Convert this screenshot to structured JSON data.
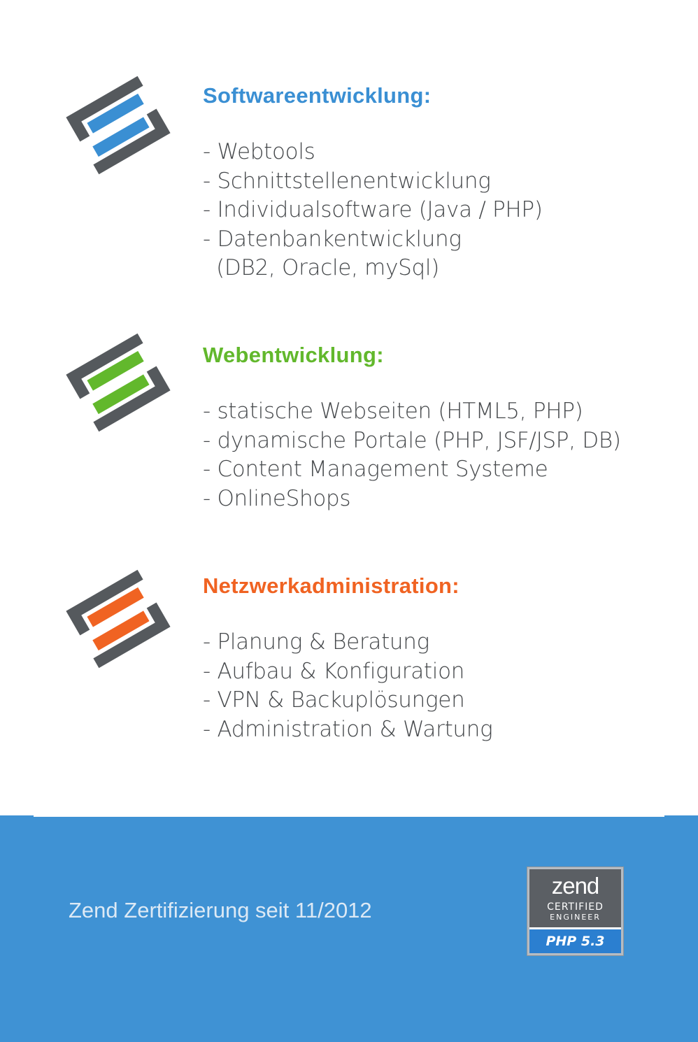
{
  "colors": {
    "blue": "#3a8fd3",
    "green": "#62b82c",
    "orange": "#f06322",
    "dark": "#55595d",
    "footer": "#3f92d4"
  },
  "sections": [
    {
      "icon": "brand-logo-icon-blue",
      "heading": "Softwareentwicklung:",
      "items": [
        "- Webtools",
        "- Schnittstellenentwicklung",
        "- Individualsoftware (Java / PHP)",
        "- Datenbankentwicklung",
        "  (DB2, Oracle, mySql)"
      ]
    },
    {
      "icon": "brand-logo-icon-green",
      "heading": "Webentwicklung:",
      "items": [
        "- statische Webseiten (HTML5, PHP)",
        "- dynamische Portale (PHP, JSF/JSP, DB)",
        "- Content Management Systeme",
        "- OnlineShops"
      ]
    },
    {
      "icon": "brand-logo-icon-orange",
      "heading": "Netzwerkadministration:",
      "items": [
        "- Planung & Beratung",
        "- Aufbau & Konfiguration",
        "- VPN & Backuplösungen",
        "- Administration & Wartung"
      ]
    }
  ],
  "footer": {
    "text": "Zend Zertifizierung seit 11/2012",
    "badge": {
      "brand": "zend",
      "line1": "CERTIFIED",
      "line2": "ENGINEER",
      "version": "PHP 5.3"
    }
  }
}
